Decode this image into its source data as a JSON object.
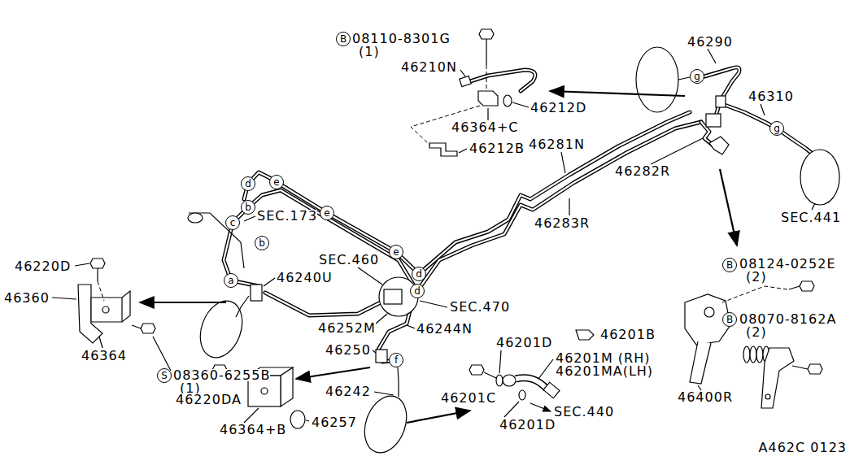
{
  "diagram": {
    "nodes": [
      {
        "text": [
          "B"
        ]
      },
      {
        "text": [
          "g"
        ]
      },
      {
        "text": [
          "g"
        ]
      },
      {
        "text": [
          "d"
        ]
      },
      {
        "text": [
          "e"
        ]
      },
      {
        "text": [
          "b"
        ]
      },
      {
        "text": [
          "e"
        ]
      },
      {
        "text": [
          "c"
        ]
      },
      {
        "text": [
          "b"
        ]
      },
      {
        "text": [
          "e"
        ]
      },
      {
        "text": [
          "d"
        ]
      },
      {
        "text": [
          "B"
        ]
      },
      {
        "text": [
          "a"
        ]
      },
      {
        "text": [
          "d"
        ]
      },
      {
        "text": [
          "B"
        ]
      },
      {
        "text": [
          "f"
        ]
      },
      {
        "text": [
          "S"
        ]
      }
    ],
    "labels": [
      "08110-8301G",
      "(1)",
      "46210N",
      "46212D",
      "46364+C",
      "46212B",
      "46290",
      "46310",
      "46281N",
      "46282R",
      "46283R",
      "SEC.173",
      "SEC.441",
      "46220D",
      "46360",
      "46364",
      "08360-6255B",
      "(1)",
      "46240U",
      "SEC.460",
      "46252M",
      "SEC.470",
      "46244N",
      "46250",
      "46220DA",
      "46364+B",
      "46257",
      "46242",
      "46201D",
      "46201B",
      "46201C",
      "46201M (RH)",
      "46201MA(LH)",
      "46201D",
      "SEC.440",
      "08124-0252E",
      "(2)",
      "08070-8162A",
      "(2)",
      "46400R",
      "A462C 0123"
    ]
  }
}
